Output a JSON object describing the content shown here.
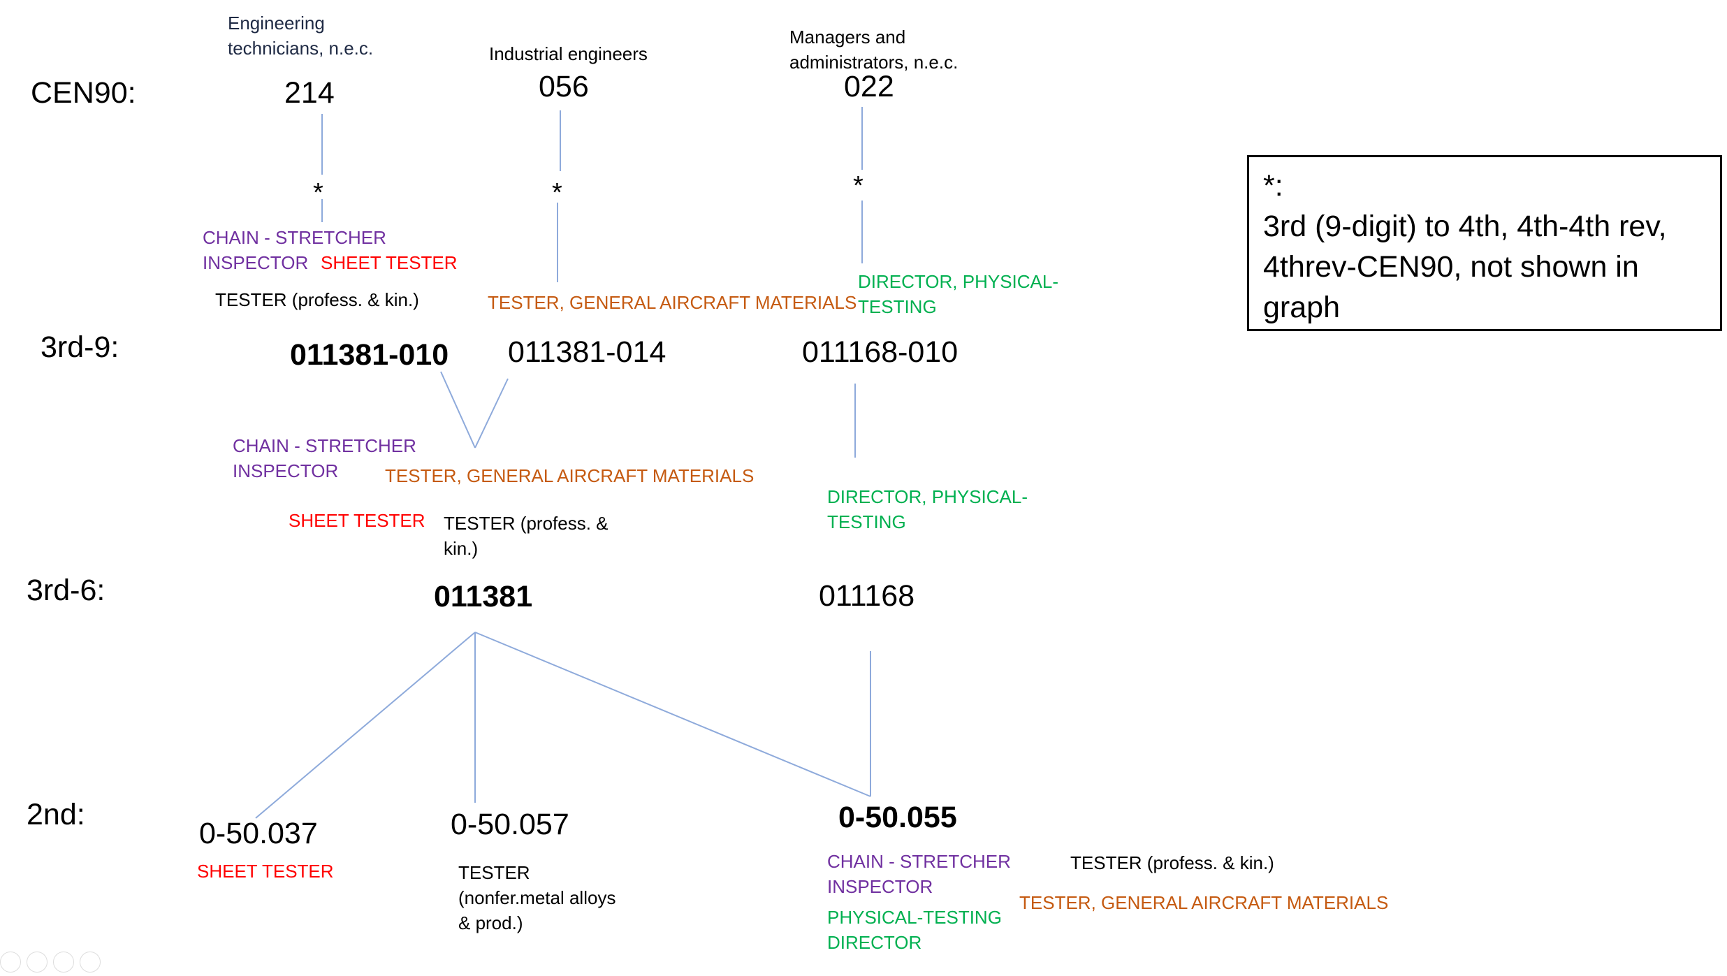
{
  "rows": {
    "cen90": "CEN90:",
    "third9": "3rd-9:",
    "third6": "3rd-6:",
    "second": "2nd:"
  },
  "cen90_codes": [
    {
      "occupation_line1": "Engineering",
      "occupation_line2": "technicians, n.e.c.",
      "code": "214"
    },
    {
      "occupation_line1": "Industrial engineers",
      "occupation_line2": "",
      "code": "056"
    },
    {
      "occupation_line1": "Managers and",
      "occupation_line2": "administrators, n.e.c.",
      "code": "022"
    }
  ],
  "star": "*",
  "cen90_to_3rd9_labels": {
    "col1": {
      "purple_1": "CHAIN - STRETCHER",
      "purple_2": "INSPECTOR",
      "red": "SHEET TESTER",
      "black": "TESTER (profess. & kin.)"
    },
    "col2": {
      "orange": "TESTER, GENERAL AIRCRAFT MATERIALS"
    },
    "col3": {
      "green_1": "DIRECTOR, PHYSICAL-",
      "green_2": "TESTING"
    }
  },
  "third9_codes": [
    "011381-010",
    "011381-014",
    "011168-010"
  ],
  "third9_to_3rd6_labels": {
    "purple_1": "CHAIN - STRETCHER",
    "purple_2": "INSPECTOR",
    "orange": "TESTER, GENERAL AIRCRAFT MATERIALS",
    "red": "SHEET TESTER",
    "black_1": "TESTER (profess. &",
    "black_2": "kin.)",
    "green_1": "DIRECTOR, PHYSICAL-",
    "green_2": "TESTING"
  },
  "third6_codes": [
    "011381",
    "011168"
  ],
  "second_codes": [
    "0-50.037",
    "0-50.057",
    "0-50.055"
  ],
  "second_labels": {
    "col1_red": "SHEET TESTER",
    "col2_black_1": "TESTER",
    "col2_black_2": "(nonfer.metal alloys",
    "col2_black_3": "& prod.)",
    "col3_purple_1": "CHAIN - STRETCHER",
    "col3_purple_2": "INSPECTOR",
    "col3_green_1": "PHYSICAL-TESTING",
    "col3_green_2": "DIRECTOR",
    "col3_black": "TESTER (profess. & kin.)",
    "col3_orange": "TESTER, GENERAL AIRCRAFT MATERIALS"
  },
  "note": {
    "star_line": "*:",
    "line1": "3rd (9-digit) to 4th, 4th-4th rev,",
    "line2": "4threv-CEN90, not shown in",
    "line3": "graph"
  },
  "colors": {
    "purple": "#7030a0",
    "red": "#ff0000",
    "orange": "#c55a11",
    "green": "#00b050",
    "connector": "#8eaadb"
  }
}
